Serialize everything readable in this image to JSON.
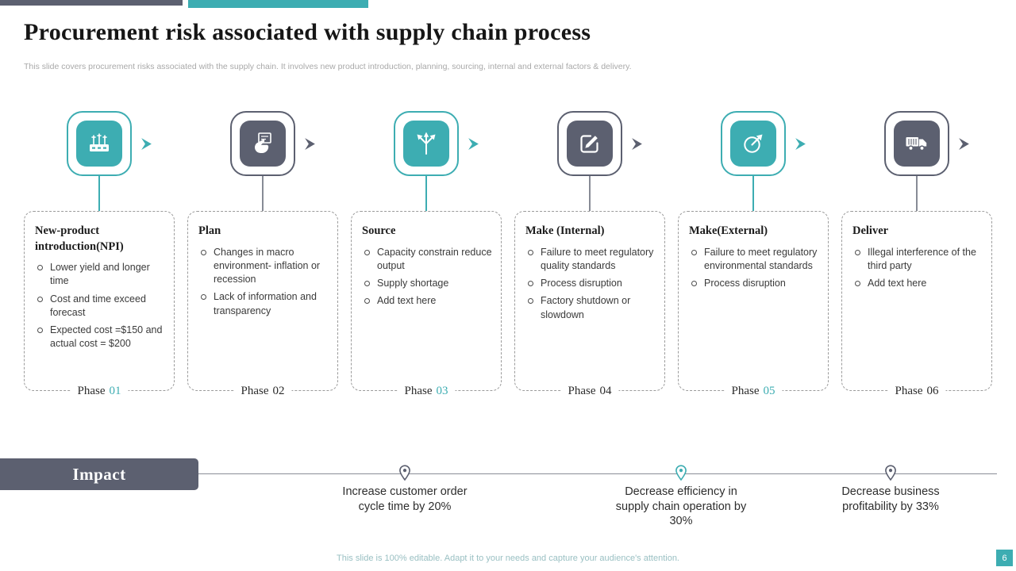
{
  "slide": {
    "title": "Procurement risk associated with supply chain process",
    "subtitle": "This slide covers procurement risks associated with the supply chain. It involves new product introduction, planning, sourcing, internal and external factors & delivery.",
    "footer": "This slide is 100% editable. Adapt it to your needs and capture your audience's attention.",
    "page_number": "6"
  },
  "colors": {
    "teal": "#3DADB2",
    "slate": "#5C6070"
  },
  "phases": [
    {
      "icon": "machine-icon",
      "accent": "teal",
      "title": "New-product introduction(NPI)",
      "items": [
        "Lower yield and longer time",
        "Cost and time exceed forecast",
        "Expected cost =$150 and actual cost = $200"
      ],
      "phase_word": "Phase",
      "phase_number": "01"
    },
    {
      "icon": "planning-hand-icon",
      "accent": "slate",
      "title": "Plan",
      "items": [
        "Changes in macro environment- inflation or recession",
        "Lack of information and transparency"
      ],
      "phase_word": "Phase",
      "phase_number": "02"
    },
    {
      "icon": "branching-arrows-icon",
      "accent": "teal",
      "title": "Source",
      "items": [
        "Capacity constrain reduce output",
        "Supply shortage",
        "Add text here"
      ],
      "phase_word": "Phase",
      "phase_number": "03"
    },
    {
      "icon": "edit-icon",
      "accent": "slate",
      "title": "Make (Internal)",
      "items": [
        "Failure to meet regulatory quality standards",
        "Process disruption",
        "Factory shutdown or slowdown"
      ],
      "phase_word": "Phase",
      "phase_number": "04"
    },
    {
      "icon": "arrow-target-icon",
      "accent": "teal",
      "title": "Make(External)",
      "items": [
        "Failure to meet regulatory environmental standards",
        "Process disruption"
      ],
      "phase_word": "Phase",
      "phase_number": "05"
    },
    {
      "icon": "truck-icon",
      "accent": "slate",
      "title": "Deliver",
      "items": [
        "Illegal interference of the third party",
        "Add text here"
      ],
      "phase_word": "Phase",
      "phase_number": "06"
    }
  ],
  "impact": {
    "label": "Impact",
    "notes": [
      "Increase customer order cycle time by 20%",
      "Decrease efficiency in supply chain operation by 30%",
      "Decrease business profitability by 33%"
    ]
  }
}
